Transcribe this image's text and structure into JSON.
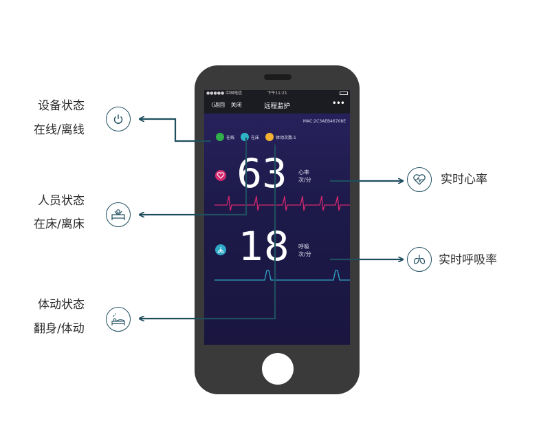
{
  "callouts": {
    "device": {
      "title": "设备状态",
      "sub": "在线/离线",
      "icon": "power-icon"
    },
    "person": {
      "title": "人员状态",
      "sub": "在床/离床",
      "icon": "person-in-bed-icon"
    },
    "motion": {
      "title": "体动状态",
      "sub": "翻身/体动",
      "icon": "sleeping-bed-icon"
    },
    "heart": {
      "title": "实时心率",
      "icon": "heart-pulse-icon"
    },
    "breath": {
      "title": "实时呼吸率",
      "icon": "lungs-icon"
    }
  },
  "phone": {
    "statusbar": {
      "carrier": "●●●●● 中国电信",
      "time": "下午11:21"
    },
    "navbar": {
      "back": "返回",
      "close": "关闭",
      "title": "远程监护",
      "more": "•••"
    },
    "mac": "MAC:2C3AEB46708E",
    "chips": [
      {
        "label": "在线",
        "color": "#2fae4a"
      },
      {
        "label": "在床",
        "color": "#2fb5c8"
      },
      {
        "label": "体动次数:1",
        "color": "#f2b233"
      }
    ],
    "heart": {
      "value": "63",
      "label": "心率",
      "unit": "次/分"
    },
    "breath": {
      "value": "18",
      "label": "呼吸",
      "unit": "次/分"
    }
  },
  "colors": {
    "connector": "#1f4e5f",
    "heart_wave": "#d6286f",
    "breath_wave": "#2fa9c8"
  }
}
